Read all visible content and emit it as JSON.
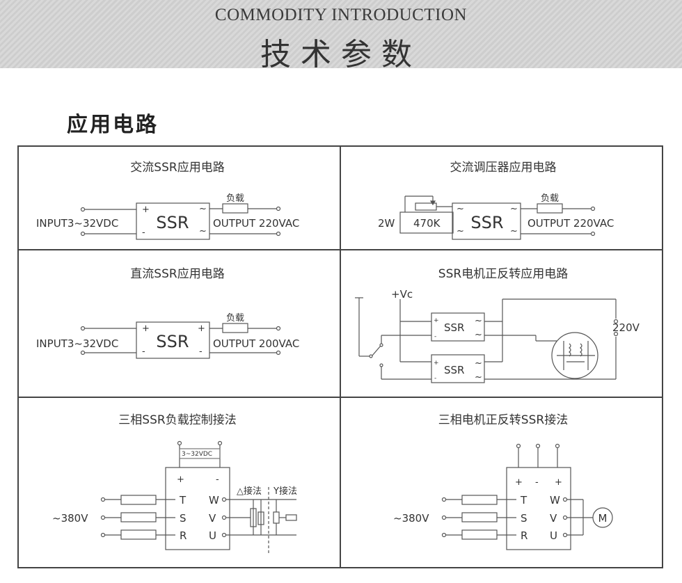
{
  "header": {
    "subtitle": "COMMODITY INTRODUCTION",
    "title": "技术参数"
  },
  "section_title": "应用电路",
  "panels": [
    {
      "caption": "交流SSR应用电路",
      "load": "负载",
      "module": "SSR",
      "input": "INPUT3~32VDC",
      "output": "OUTPUT 220VAC"
    },
    {
      "caption": "交流调压器应用电路",
      "load": "负载",
      "module": "SSR",
      "power": "2W",
      "resistor": "470K",
      "output": "OUTPUT 220VAC"
    },
    {
      "caption": "直流SSR应用电路",
      "load": "负载",
      "module": "SSR",
      "input": "INPUT3~32VDC",
      "output": "OUTPUT 200VAC"
    },
    {
      "caption": "SSR电机正反转应用电路",
      "supply": "+Vc",
      "module": "SSR",
      "ac": "220V"
    },
    {
      "caption": "三相SSR负载控制接法",
      "dc": "3~32VDC",
      "delta": "△接法",
      "star": "Y接法",
      "ac": "~380V",
      "terminals_in": [
        "T",
        "S",
        "R"
      ],
      "terminals_out": [
        "W",
        "V",
        "U"
      ]
    },
    {
      "caption": "三相电机正反转SSR接法",
      "ac": "~380V",
      "motor": "M",
      "terminals_in": [
        "T",
        "S",
        "R"
      ],
      "terminals_out": [
        "W",
        "V",
        "U"
      ]
    }
  ]
}
